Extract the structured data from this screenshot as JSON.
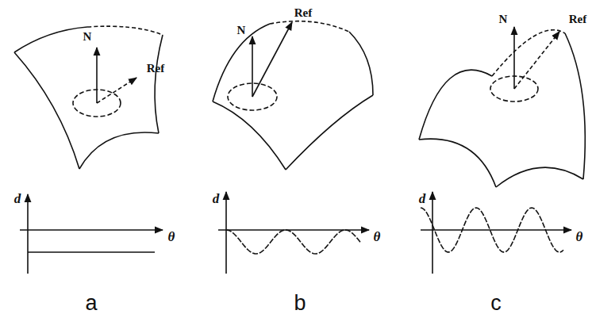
{
  "diagram": {
    "labels": [
      "N",
      "Ref",
      "d",
      "θ",
      "a",
      "N",
      "Ref",
      "d",
      "θ",
      "b",
      "N",
      "Ref",
      "d",
      "θ",
      "c"
    ]
  }
}
